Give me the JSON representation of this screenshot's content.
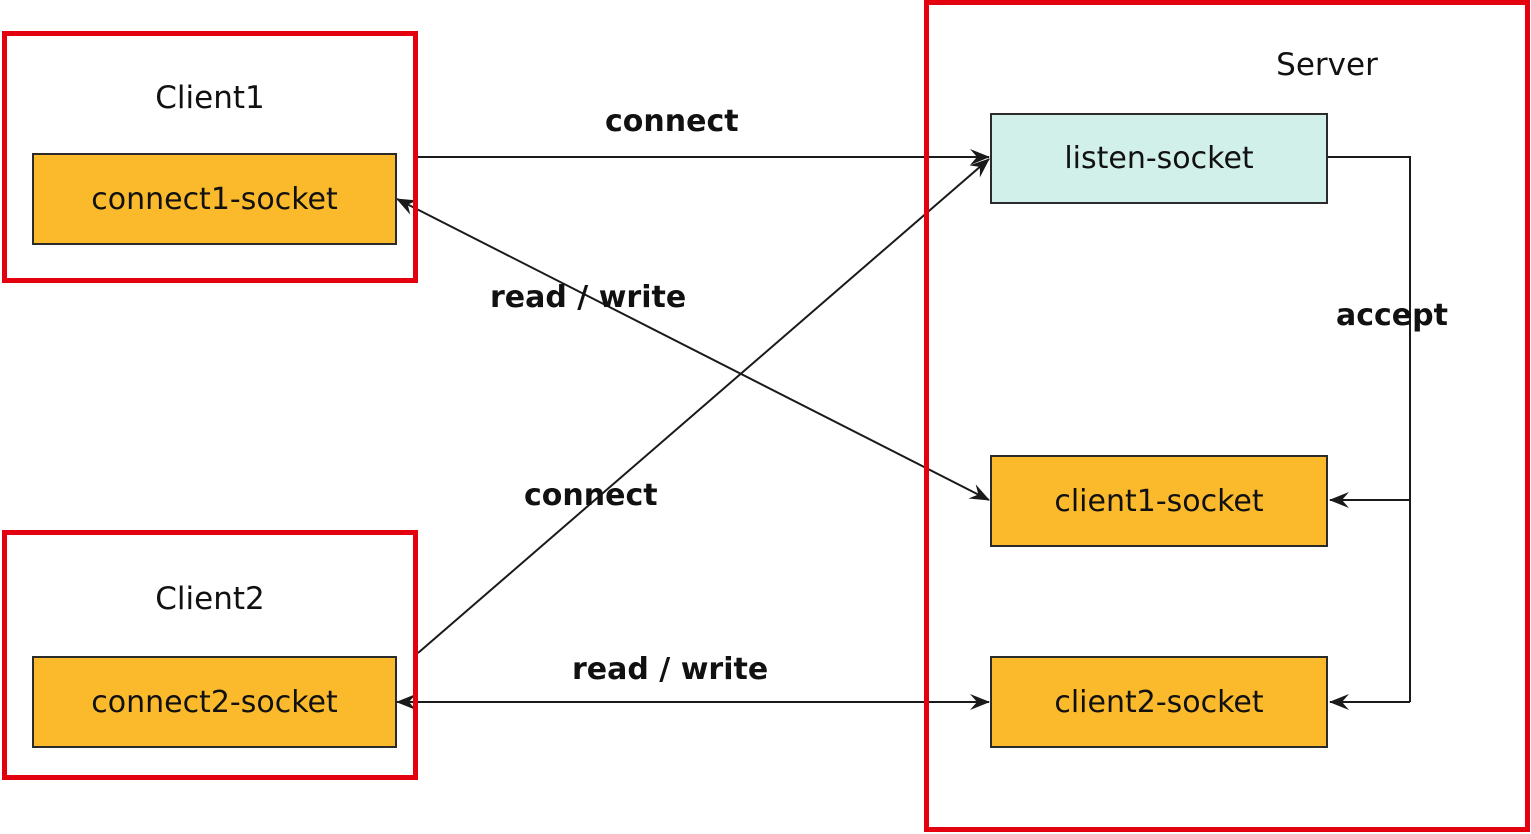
{
  "client1": {
    "title": "Client1",
    "socket": "connect1-socket"
  },
  "client2": {
    "title": "Client2",
    "socket": "connect2-socket"
  },
  "server": {
    "title": "Server",
    "listen_socket": "listen-socket",
    "client1_socket": "client1-socket",
    "client2_socket": "client2-socket"
  },
  "edges": {
    "client1_connect": "connect",
    "client1_rw": "read / write",
    "client2_connect": "connect",
    "client2_rw": "read / write",
    "accept": "accept"
  },
  "colors": {
    "group_border": "#e3000f",
    "socket_fill": "#fbba2c",
    "listen_fill": "#d2f0ea",
    "line": "#1a1a1a"
  }
}
